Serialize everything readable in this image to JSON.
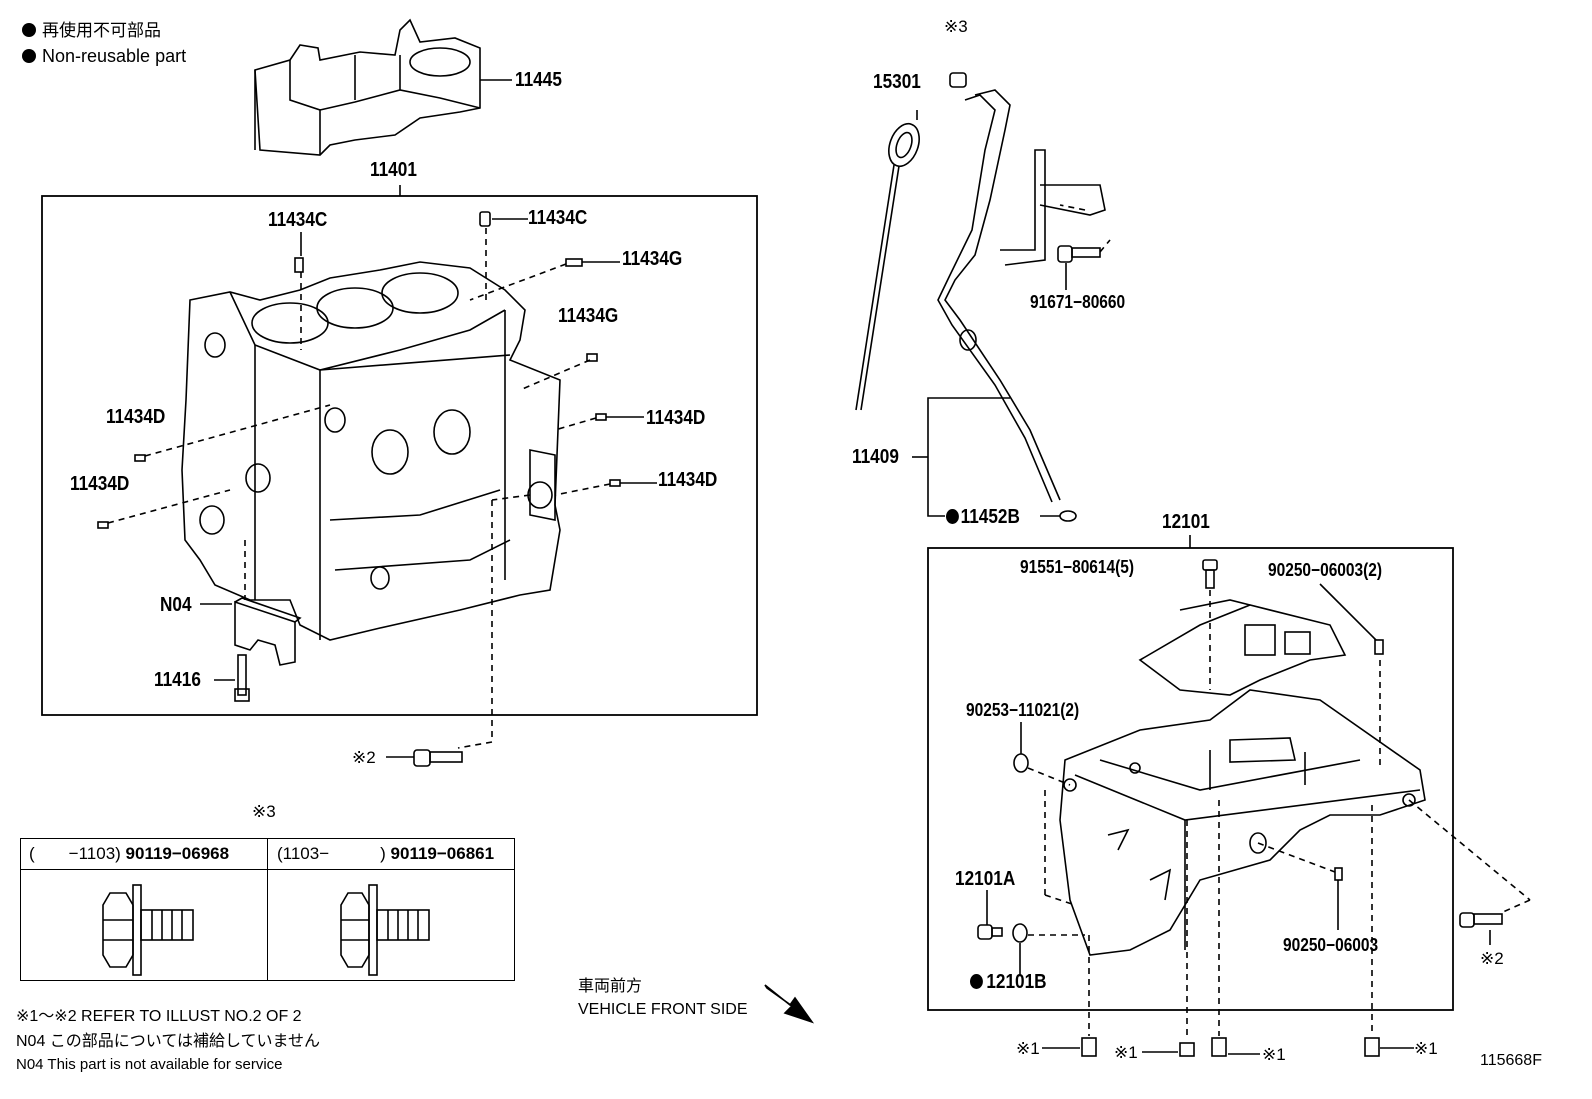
{
  "legend": {
    "line1": "再使用不可部品",
    "line2": "Non-reusable part"
  },
  "callouts": {
    "c11445": "11445",
    "c11401": "11401",
    "c11434c_a": "11434C",
    "c11434c_b": "11434C",
    "c11434g_a": "11434G",
    "c11434g_b": "11434G",
    "c11434d_a": "11434D",
    "c11434d_b": "11434D",
    "c11434d_c": "11434D",
    "c11434d_d": "11434D",
    "cN04": "N04",
    "c11416": "11416",
    "cRef2a": "※2",
    "cRef3a": "※3",
    "cRef3b": "※3",
    "c15301": "15301",
    "c91671": "91671−80660",
    "c11409": "11409",
    "c11452b": "11452B",
    "c12101": "12101",
    "c91551": "91551−80614(5)",
    "c90250a": "90250−06003(2)",
    "c90253": "90253−11021(2)",
    "c12101a": "12101A",
    "c12101b": "12101B",
    "c90250b": "90250−06003",
    "cRef2b": "※2",
    "cRef1a": "※1",
    "cRef1b": "※1",
    "cRef1c": "※1",
    "cRef1d": "※1"
  },
  "table": {
    "col1_range": "(　　−1103)",
    "col1_part": "90119−06968",
    "col2_range": "(1103−　　　)",
    "col2_part": "90119−06861"
  },
  "notes": {
    "ref": "※1～※2 REFER TO ILLUST NO.2 OF 2",
    "n04_jp": "N04  この部品については補給していません",
    "n04_en": "N04  This part is not available for service",
    "front_jp": "車両前方",
    "front_en": "VEHICLE FRONT SIDE",
    "fig_id": "115668F"
  }
}
